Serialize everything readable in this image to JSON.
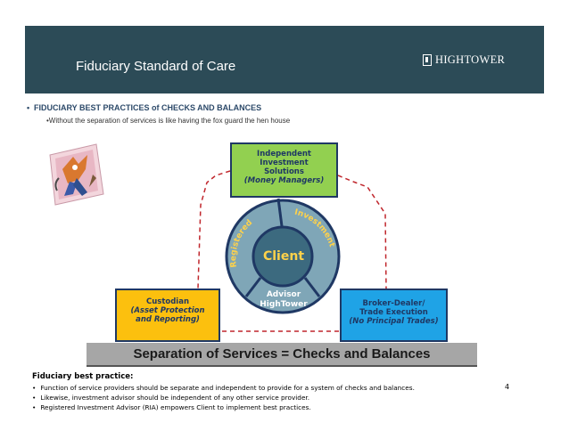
{
  "header": {
    "title": "Fiduciary Standard of Care",
    "logo_text": "HIGHTOWER",
    "background_color": "#2c4b57"
  },
  "bullets": {
    "main": "FIDUCIARY BEST PRACTICES of CHECKS AND BALANCES",
    "sub": "•Without the separation of services is like having the fox guard the hen house"
  },
  "diagram": {
    "top_box": {
      "lines": [
        "Independent",
        "Investment",
        "Solutions"
      ],
      "italic": "(Money Managers)",
      "color": "#92d050"
    },
    "left_box": {
      "title": "Custodian",
      "italic_lines": [
        "(Asset Protection",
        "and Reporting)"
      ],
      "color": "#fcc00e"
    },
    "right_box": {
      "lines": [
        "Broker-Dealer/",
        "Trade Execution"
      ],
      "italic": "(No Principal Trades)",
      "color": "#1fa3e6"
    },
    "ring": {
      "center": "Client",
      "arc_left": "Registered",
      "arc_right": "Investment",
      "bottom_lines": [
        "Advisor",
        "HighTower"
      ],
      "ring_color": "#7fa6b7",
      "center_color": "#3c6a7f"
    },
    "connector_color": "#c0272d",
    "bar": "Separation of Services = Checks and Balances"
  },
  "best_practice": {
    "title": "Fiduciary best practice:",
    "items": [
      "Function of service providers should be separate and independent to provide for a system of checks and balances.",
      "Likewise, investment advisor should be independent of any other service provider.",
      "Registered Investment Advisor (RIA) empowers Client to implement best practices."
    ]
  },
  "page_number": "4"
}
